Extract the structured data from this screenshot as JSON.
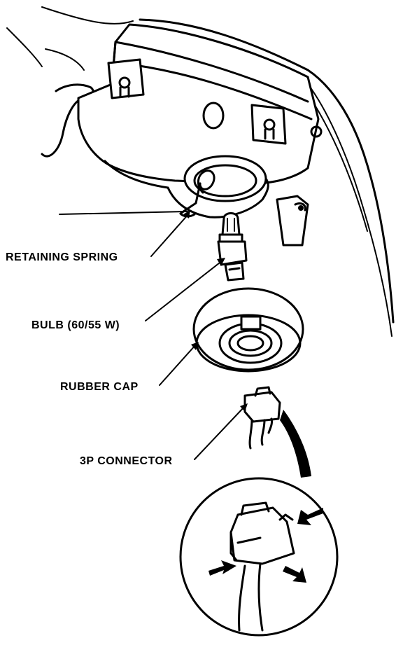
{
  "labels": {
    "retaining_spring": "RETAINING SPRING",
    "bulb": "BULB (60/55 W)",
    "rubber_cap": "RUBBER CAP",
    "connector": "3P CONNECTOR"
  }
}
